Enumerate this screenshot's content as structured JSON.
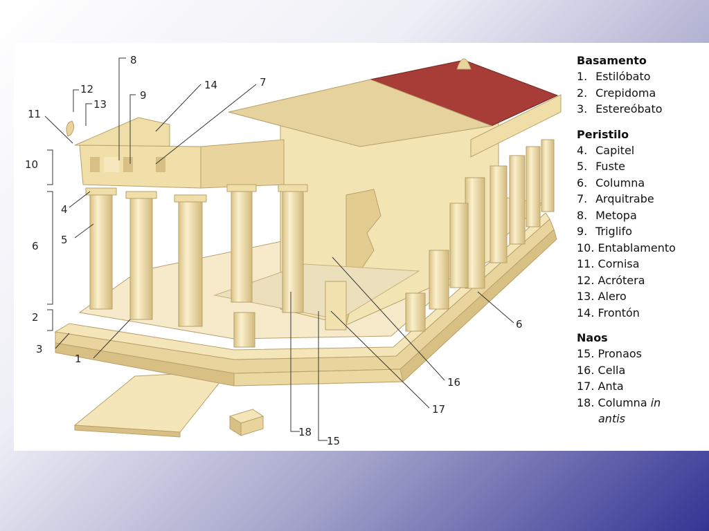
{
  "callouts": {
    "c1": "1",
    "c2": "2",
    "c3": "3",
    "c4": "4",
    "c5": "5",
    "c6a": "6",
    "c6b": "6",
    "c7": "7",
    "c8": "8",
    "c9": "9",
    "c10": "10",
    "c11": "11",
    "c12": "12",
    "c13": "13",
    "c14": "14",
    "c15": "15",
    "c16": "16",
    "c17": "17",
    "c18": "18"
  },
  "legend": {
    "sections": [
      {
        "heading": "Basamento",
        "items": [
          {
            "num": "1.",
            "label": "Estilóbato"
          },
          {
            "num": "2.",
            "label": "Crepidoma"
          },
          {
            "num": "3.",
            "label": "Estereóbato"
          }
        ]
      },
      {
        "heading": "Peristilo",
        "items": [
          {
            "num": "4.",
            "label": "Capitel"
          },
          {
            "num": "5.",
            "label": "Fuste"
          },
          {
            "num": "6.",
            "label": "Columna"
          },
          {
            "num": "7.",
            "label": "Arquitrabe"
          },
          {
            "num": "8.",
            "label": "Metopa"
          },
          {
            "num": "9.",
            "label": "Triglifo"
          },
          {
            "num": "10.",
            "label": "Entablamento"
          },
          {
            "num": "11.",
            "label": "Cornisa"
          },
          {
            "num": "12.",
            "label": "Acrótera"
          },
          {
            "num": "13.",
            "label": "Alero"
          },
          {
            "num": "14.",
            "label": "Frontón"
          }
        ]
      },
      {
        "heading": "Naos",
        "items": [
          {
            "num": "15.",
            "label": "Pronaos"
          },
          {
            "num": "16.",
            "label": "Cella"
          },
          {
            "num": "17.",
            "label": "Anta"
          },
          {
            "num": "18.",
            "label": "Columna",
            "italic": "in",
            "cont": "antis"
          }
        ]
      }
    ]
  },
  "colors": {
    "stone": "#f4e6b8",
    "stone_shade": "#e8d49c",
    "stone_dark": "#d8c084",
    "roof": "#a83c36",
    "gradient_end": "#343494"
  }
}
